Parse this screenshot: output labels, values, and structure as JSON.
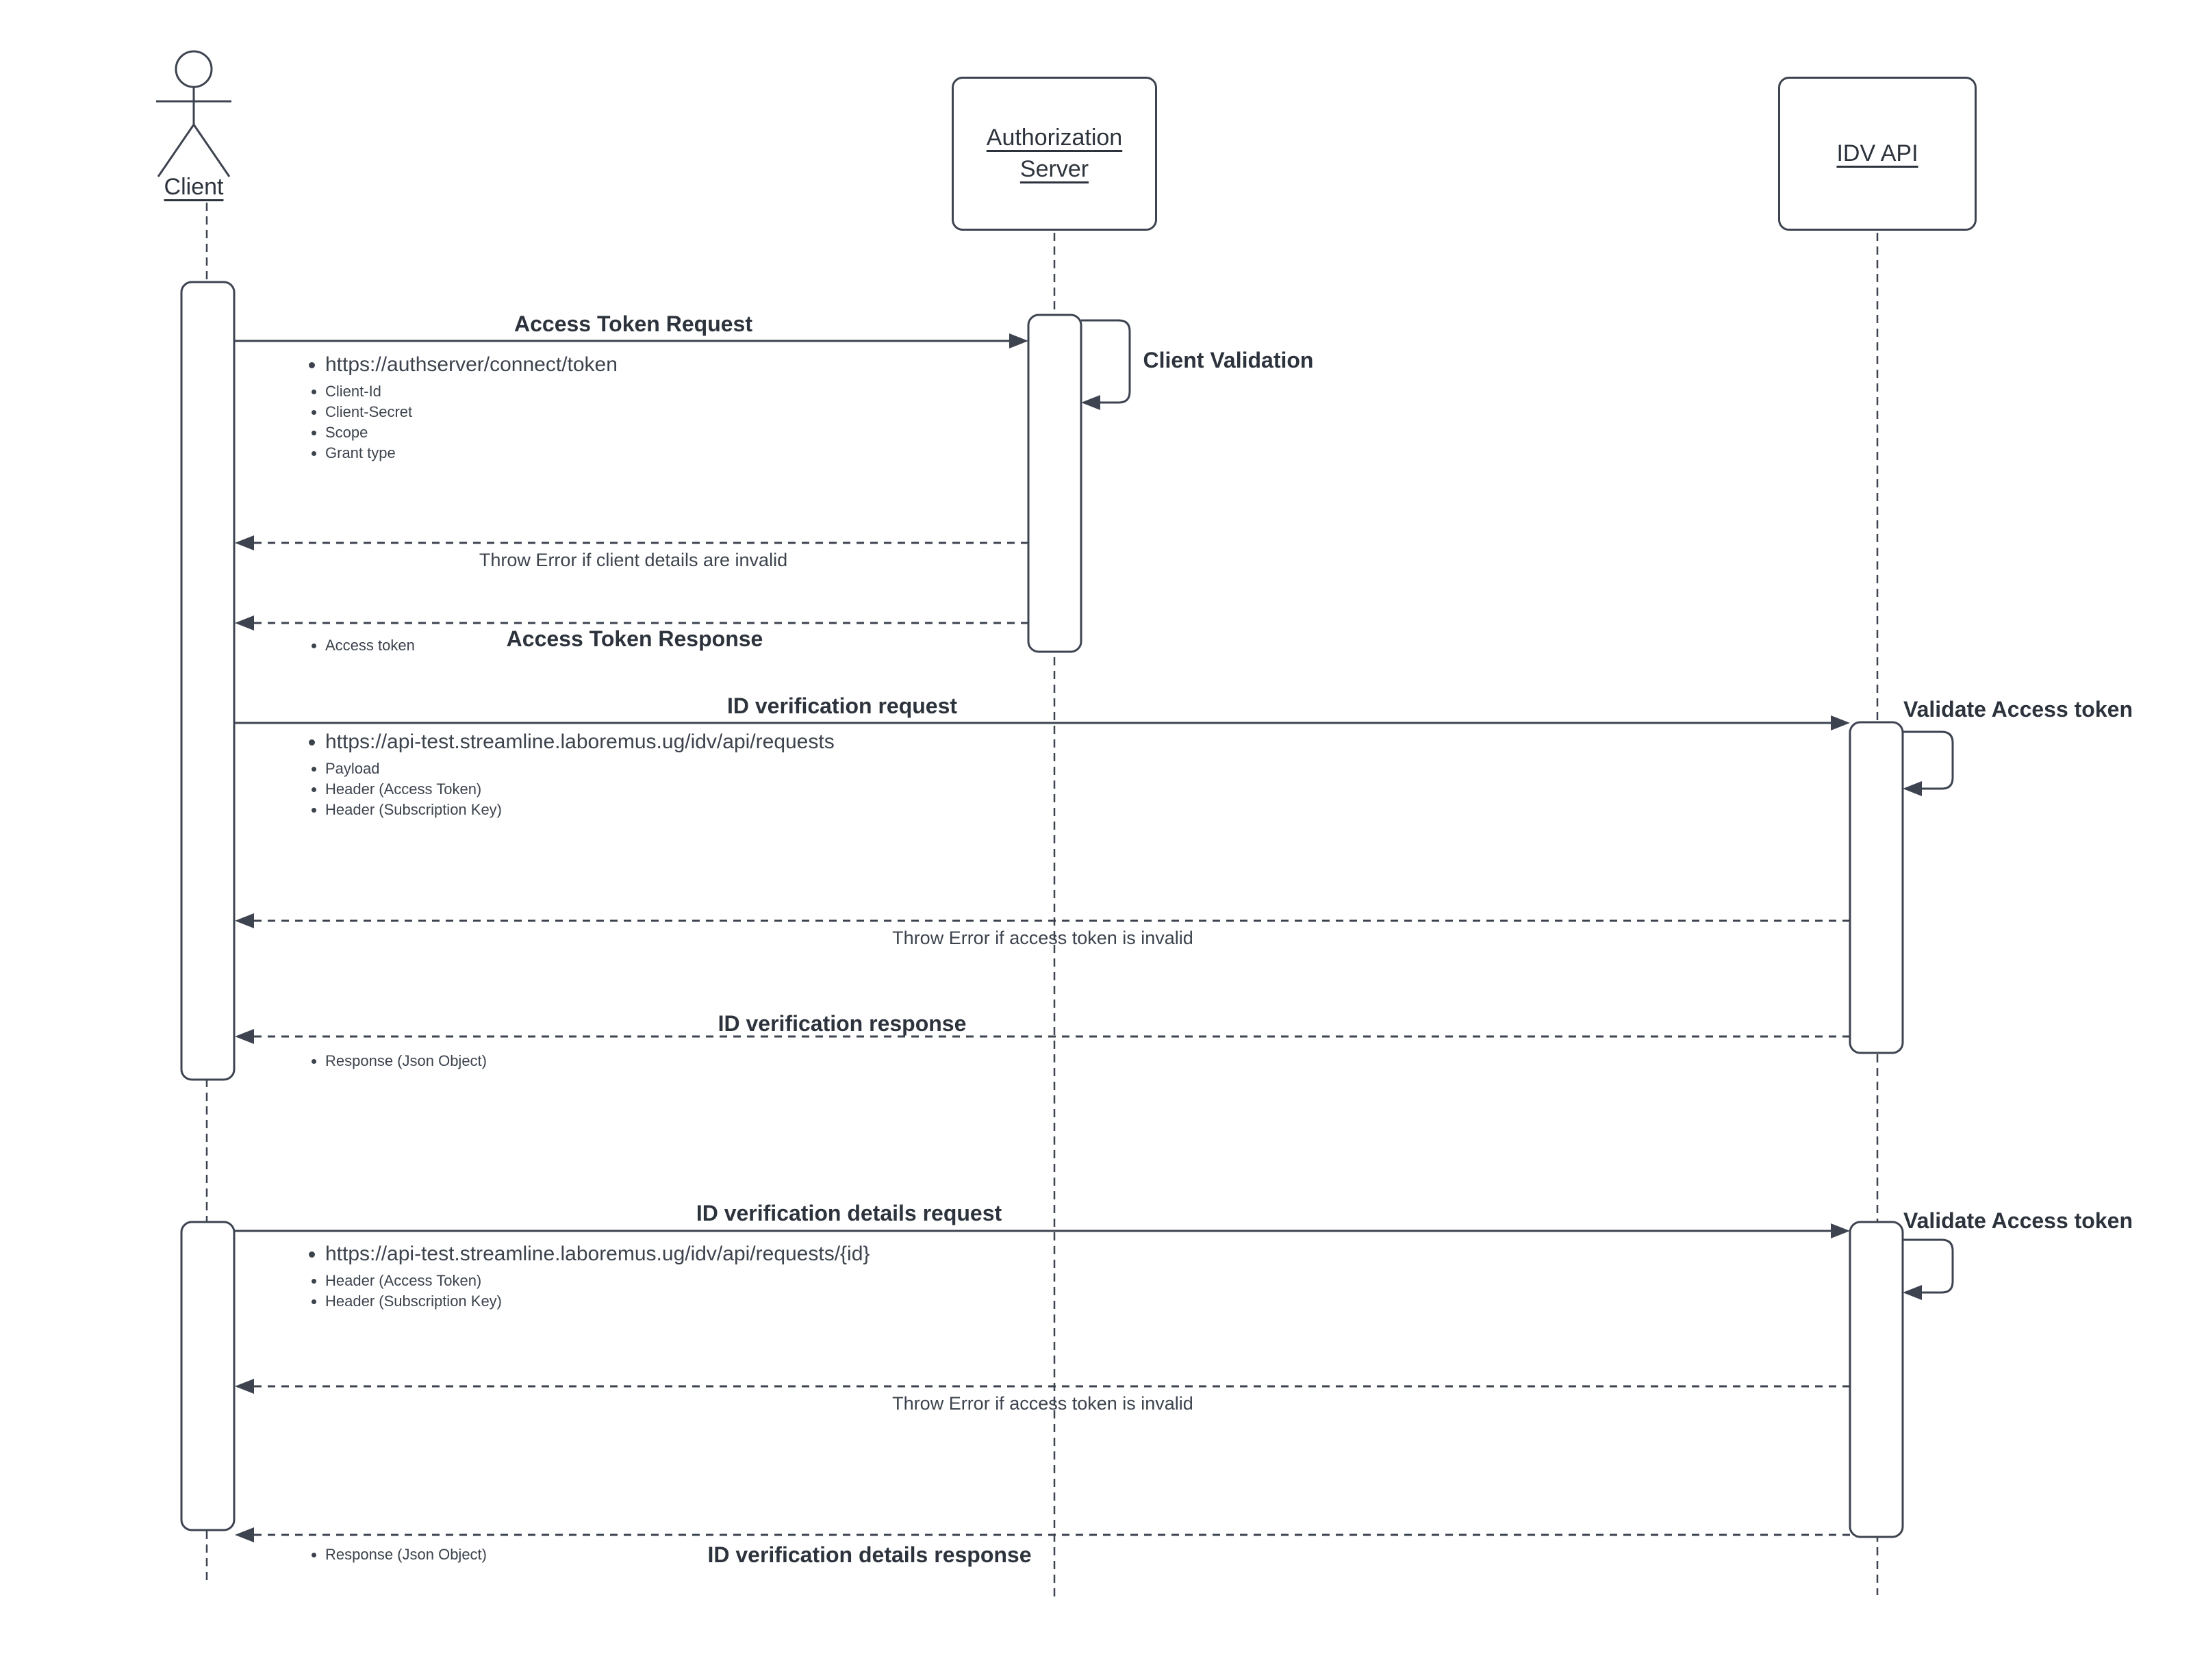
{
  "colors": {
    "ink": "#3d4450",
    "text": "#3c434d"
  },
  "participants": {
    "client": {
      "label": "Client"
    },
    "auth_server": {
      "line1": "Authorization",
      "line2": "Server"
    },
    "idv_api": {
      "label": "IDV API"
    }
  },
  "messages": {
    "access_token_request": {
      "label": "Access Token Request",
      "url": "https://authserver/connect/token",
      "bullets": [
        "Client-Id",
        "Client-Secret",
        "Scope",
        "Grant type"
      ]
    },
    "client_validation": {
      "label": "Client Validation"
    },
    "throw_error_client": {
      "label": "Throw Error if client details are invalid"
    },
    "access_token_response": {
      "label": "Access Token Response",
      "bullet": "Access token"
    },
    "id_verification_request": {
      "label": "ID verification request",
      "url": "https://api-test.streamline.laboremus.ug/idv/api/requests",
      "bullets": [
        "Payload",
        "Header (Access Token)",
        "Header (Subscription Key)"
      ]
    },
    "validate_access_token_1": {
      "label": "Validate Access token"
    },
    "throw_error_token_1": {
      "label": "Throw Error if access token is invalid"
    },
    "id_verification_response": {
      "label": "ID verification response",
      "bullet": "Response (Json Object)"
    },
    "id_verification_details_request": {
      "label": "ID verification details request",
      "url": "https://api-test.streamline.laboremus.ug/idv/api/requests/{id}",
      "bullets": [
        "Header (Access Token)",
        "Header (Subscription Key)"
      ]
    },
    "validate_access_token_2": {
      "label": "Validate Access token"
    },
    "throw_error_token_2": {
      "label": "Throw Error if access token is invalid"
    },
    "id_verification_details_response": {
      "label": "ID verification details response",
      "bullet": "Response (Json Object)"
    }
  }
}
